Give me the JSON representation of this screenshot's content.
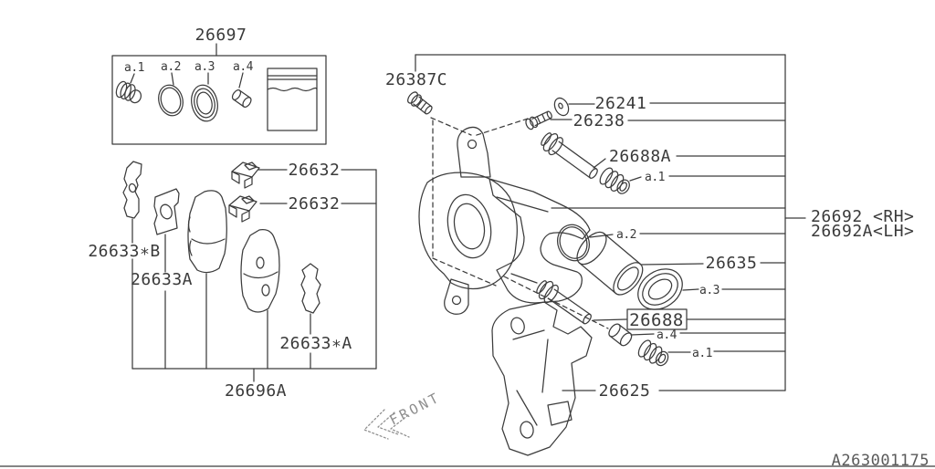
{
  "colors": {
    "line": "#3c3c3c",
    "highlight_fill": "#ffff00",
    "highlight_stroke": "#ff0000"
  },
  "kit_box": {
    "part_number": "26697",
    "items": [
      "a.1",
      "a.2",
      "a.3",
      "a.4"
    ]
  },
  "pads_group": {
    "pad_clip_upper": "26632",
    "pad_clip_lower": "26632",
    "outer_shim": "26633∗B",
    "inner_shim": "26633A",
    "inner_shim_a": "26633∗A",
    "pad_kit": "26696A"
  },
  "caliper_group": {
    "lock_bolt": "26387C",
    "washer": "26241",
    "bleeder_screw": "26238",
    "slide_pin_upper": "26688A",
    "boot_upper": "a.1",
    "caliper_rh": "26692 <RH>",
    "caliper_lh": "26692A<LH>",
    "seal_ring": "a.2",
    "piston": "26635",
    "piston_boot": "a.3",
    "slide_pin_lower": "26688",
    "sleeve": "a.4",
    "boot_lower": "a.1",
    "support_bracket": "26625"
  },
  "annotations": {
    "front_arrow": "FRONT",
    "drawing_ref": "A263001175"
  }
}
